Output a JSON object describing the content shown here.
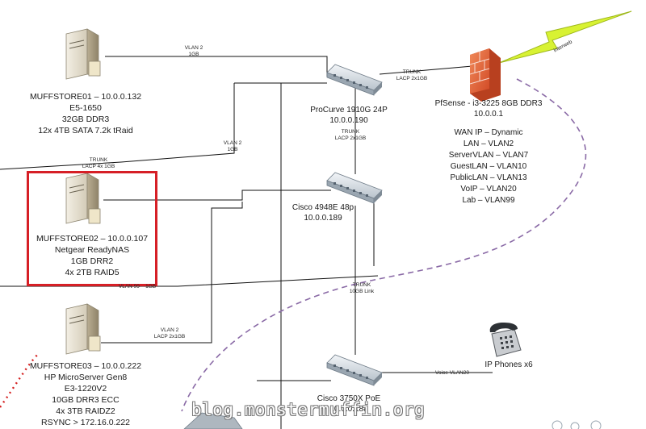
{
  "servers": [
    {
      "id": "muffstore01",
      "lines": [
        "MUFFSTORE01 – 10.0.0.132",
        "E5-1650",
        "32GB DDR3",
        "12x 4TB SATA 7.2k tRaid"
      ]
    },
    {
      "id": "muffstore02",
      "lines": [
        "MUFFSTORE02 – 10.0.0.107",
        "Netgear ReadyNAS",
        "1GB DRR2",
        "4x 2TB RAID5"
      ]
    },
    {
      "id": "muffstore03",
      "lines": [
        "MUFFSTORE03 – 10.0.0.222",
        "HP MicroServer Gen8",
        "E3-1220V2",
        "10GB DRR3 ECC",
        "4x 3TB RAIDZ2",
        "RSYNC > 172.16.0.222"
      ]
    }
  ],
  "switches": [
    {
      "id": "procurve",
      "lines": [
        "ProCurve 1910G 24P",
        "10.0.0.190"
      ]
    },
    {
      "id": "cisco4948",
      "lines": [
        "Cisco 4948E 48p",
        "10.0.0.189"
      ]
    },
    {
      "id": "cisco3750",
      "lines": [
        "Cisco 3750X PoE",
        "10.0.0.188"
      ]
    }
  ],
  "firewall": {
    "lines": [
      "PfSense - i3-3225 8GB DDR3",
      "10.0.0.1"
    ]
  },
  "vlans": [
    "WAN IP – Dynamic",
    "LAN – VLAN2",
    "ServerVLAN – VLAN7",
    "GuestLAN – VLAN10",
    "PublicLAN – VLAN13",
    "VoIP – VLAN20",
    "Lab – VLAN99"
  ],
  "link_labels": {
    "vlan2_top": [
      "VLAN 2",
      "1GB"
    ],
    "trunk_pf": [
      "TRUNK",
      "LACP 2x1GB"
    ],
    "trunk_mid": [
      "TRUNK",
      "LACP 2x1GB"
    ],
    "vlan2_mid": [
      "VLAN 2",
      "1GB"
    ],
    "trunk_left": [
      "TRUNK",
      "LACP 4x 1GB"
    ],
    "vlan99": "VLAN 99 – 1GB",
    "trunk_10g": [
      "TRUNK",
      "10GB Link"
    ],
    "vlan2_low": [
      "VLAN 2",
      "LACP 2x1GB"
    ],
    "voice": "Voice VLAN20"
  },
  "interweb_label": "Interweb",
  "phones": {
    "label": "IP Phones x6"
  },
  "watermark": "blog.monstermuffin.org",
  "icons": {
    "server": "tower-server-icon",
    "switch": "network-switch-icon",
    "firewall": "brick-firewall-icon",
    "phone": "desk-phone-icon",
    "lightning": "lightning-bolt-icon"
  },
  "colors": {
    "highlight": "#d61f26",
    "firewall": "#e8663a",
    "lightning": "#d8f233",
    "dashed_link": "#8a6aa6",
    "red_dotted": "#d42020"
  }
}
